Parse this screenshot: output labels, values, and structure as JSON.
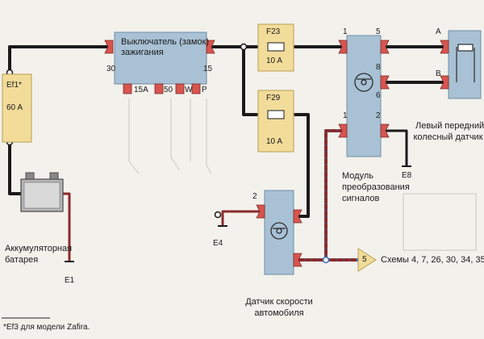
{
  "colors": {
    "background": "#f3f1ec",
    "wire_black": "#1a1a1a",
    "wire_red": "#8b2b2b",
    "wire_blue": "#3a6fb0",
    "connector_red": "#d8554f",
    "component_blue": "#a8c1d4",
    "fuse_yellow": "#f2dc9a"
  },
  "components": {
    "ignition_switch": {
      "label_line1": "Выключатель (замок)",
      "label_line2": "зажигания",
      "pin_30": "30",
      "pin_15": "15",
      "pin_15a": "15A",
      "pin_50": "50",
      "pin_w": "W",
      "pin_p": "P"
    },
    "fuse_ef": {
      "label": "Ef1*",
      "rating": "60 A"
    },
    "fuse_f23": {
      "label": "F23",
      "rating": "10 A"
    },
    "fuse_f29": {
      "label": "F29",
      "rating": "10 A"
    },
    "battery": {
      "label_line1": "Аккумуляторная",
      "label_line2": "батарея"
    },
    "module": {
      "label_line1": "Модуль",
      "label_line2": "преобразования",
      "label_line3": "сигналов",
      "pin_top_left": "1",
      "pin_top_right": "5",
      "pin_right_mid": "8",
      "pin_lower_right": "6",
      "pin_bottom_left": "1",
      "pin_bottom_right": "2",
      "symbol": "icon-steering"
    },
    "wheel_sensor": {
      "label_line1": "Левый передний",
      "label_line2": "колесный датчик",
      "pin_a": "A",
      "pin_b": "B"
    },
    "speed_sensor": {
      "label_line1": "Датчик скорости",
      "label_line2": "автомобиля",
      "pin_2": "2",
      "symbol": "icon-steering"
    }
  },
  "grounds": {
    "e1": "E1",
    "e4": "E4",
    "e8": "E8"
  },
  "schemes_ref": {
    "number": "5",
    "text": "Схемы 4, 7, 26, 30, 34, 35"
  },
  "footnote": "*Ef3 для модели Zafira."
}
